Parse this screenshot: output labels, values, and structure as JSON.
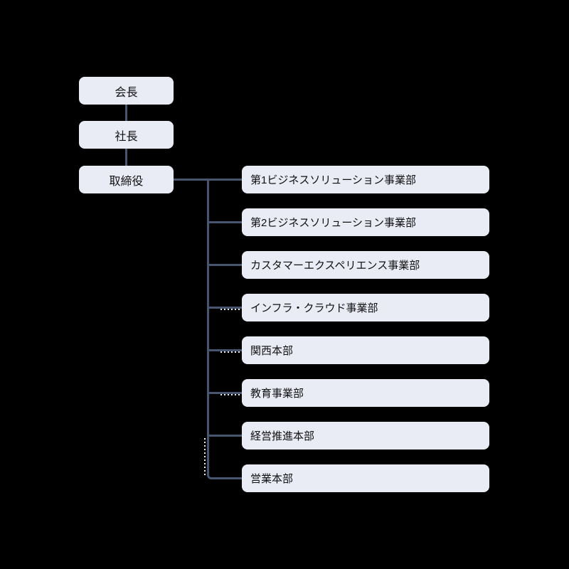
{
  "org": {
    "title": "organization-chart",
    "executives": [
      {
        "id": "chairman",
        "label": "会長"
      },
      {
        "id": "president",
        "label": "社長"
      },
      {
        "id": "director",
        "label": "取締役"
      }
    ],
    "departments": [
      {
        "label": "第1ビジネスソリューション事業部",
        "connector": "solid"
      },
      {
        "label": "第2ビジネスソリューション事業部",
        "connector": "solid"
      },
      {
        "label": "カスタマーエクスペリエンス事業部",
        "connector": "solid"
      },
      {
        "label": "インフラ・クラウド事業部",
        "connector": "solid-with-white-dotted"
      },
      {
        "label": "関西本部",
        "connector": "solid-with-white-dotted"
      },
      {
        "label": "教育事業部",
        "connector": "solid-with-white-dotted"
      },
      {
        "label": "経営推進本部",
        "connector": "solid"
      },
      {
        "label": "営業本部",
        "connector": "solid"
      }
    ],
    "colors": {
      "background": "#000000",
      "box_fill": "#E9EBF5",
      "line": "#47566E",
      "dotted_overlay": "#E9EBF5",
      "text": "#111111"
    }
  }
}
